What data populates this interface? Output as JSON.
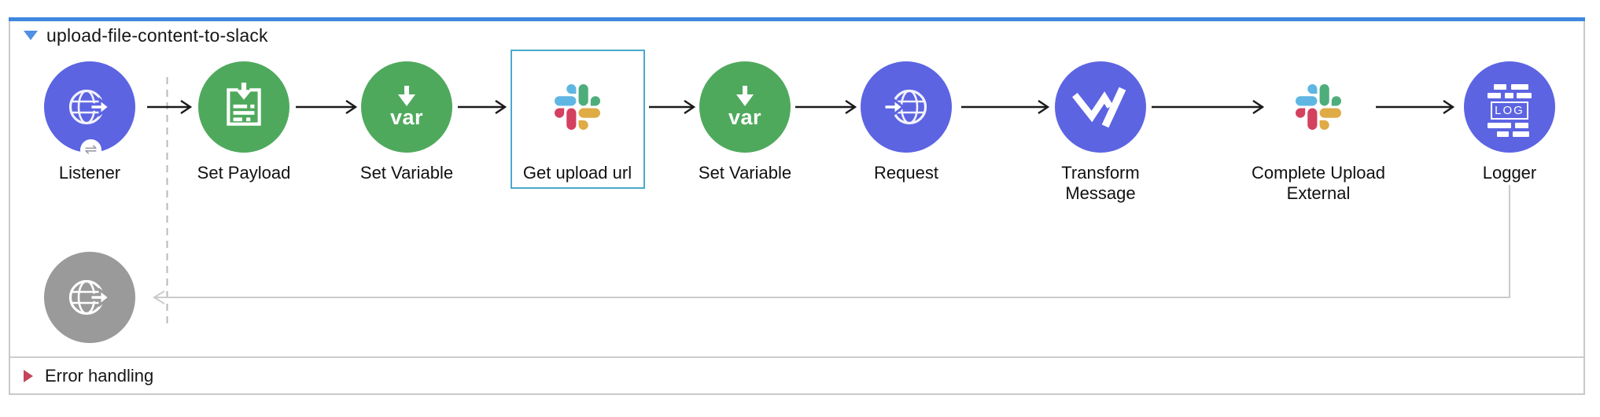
{
  "flow": {
    "title": "upload-file-content-to-slack",
    "nodes": [
      {
        "label": "Listener",
        "type": "http-listener",
        "has_source_badge": true
      },
      {
        "label": "Set Payload",
        "type": "set-payload"
      },
      {
        "label": "Set Variable",
        "type": "set-variable"
      },
      {
        "label": "Get upload url",
        "type": "slack-connector",
        "selected": true
      },
      {
        "label": "Set Variable",
        "type": "set-variable"
      },
      {
        "label": "Request",
        "type": "http-request"
      },
      {
        "label": "Transform Message",
        "type": "transform-message"
      },
      {
        "label": "Complete Upload External",
        "type": "slack-connector"
      },
      {
        "label": "Logger",
        "type": "logger"
      }
    ],
    "disabled_ghost_node": {
      "type": "http-listener",
      "label": ""
    },
    "error_section": {
      "label": "Error handling"
    }
  },
  "icons": {
    "set_variable_text": "var",
    "logger_text": "LOG",
    "listener_badge": "⇌"
  },
  "colors": {
    "flow_accent_bar": "#3e87de",
    "collapse_triangle": "#4e90e4",
    "http_node_purple": "#5c64e2",
    "core_node_green": "#4fa95d",
    "selection_border": "#4ba9ce",
    "disabled_node_gray": "#9a9a9a",
    "error_marker_red": "#c4455c",
    "connector_black": "#1a1a1a",
    "return_line_gray": "#cbcbcb",
    "slack_blue": "#60b6e3",
    "slack_green": "#4eae7b",
    "slack_red": "#d4415f",
    "slack_yellow": "#dfab45"
  }
}
